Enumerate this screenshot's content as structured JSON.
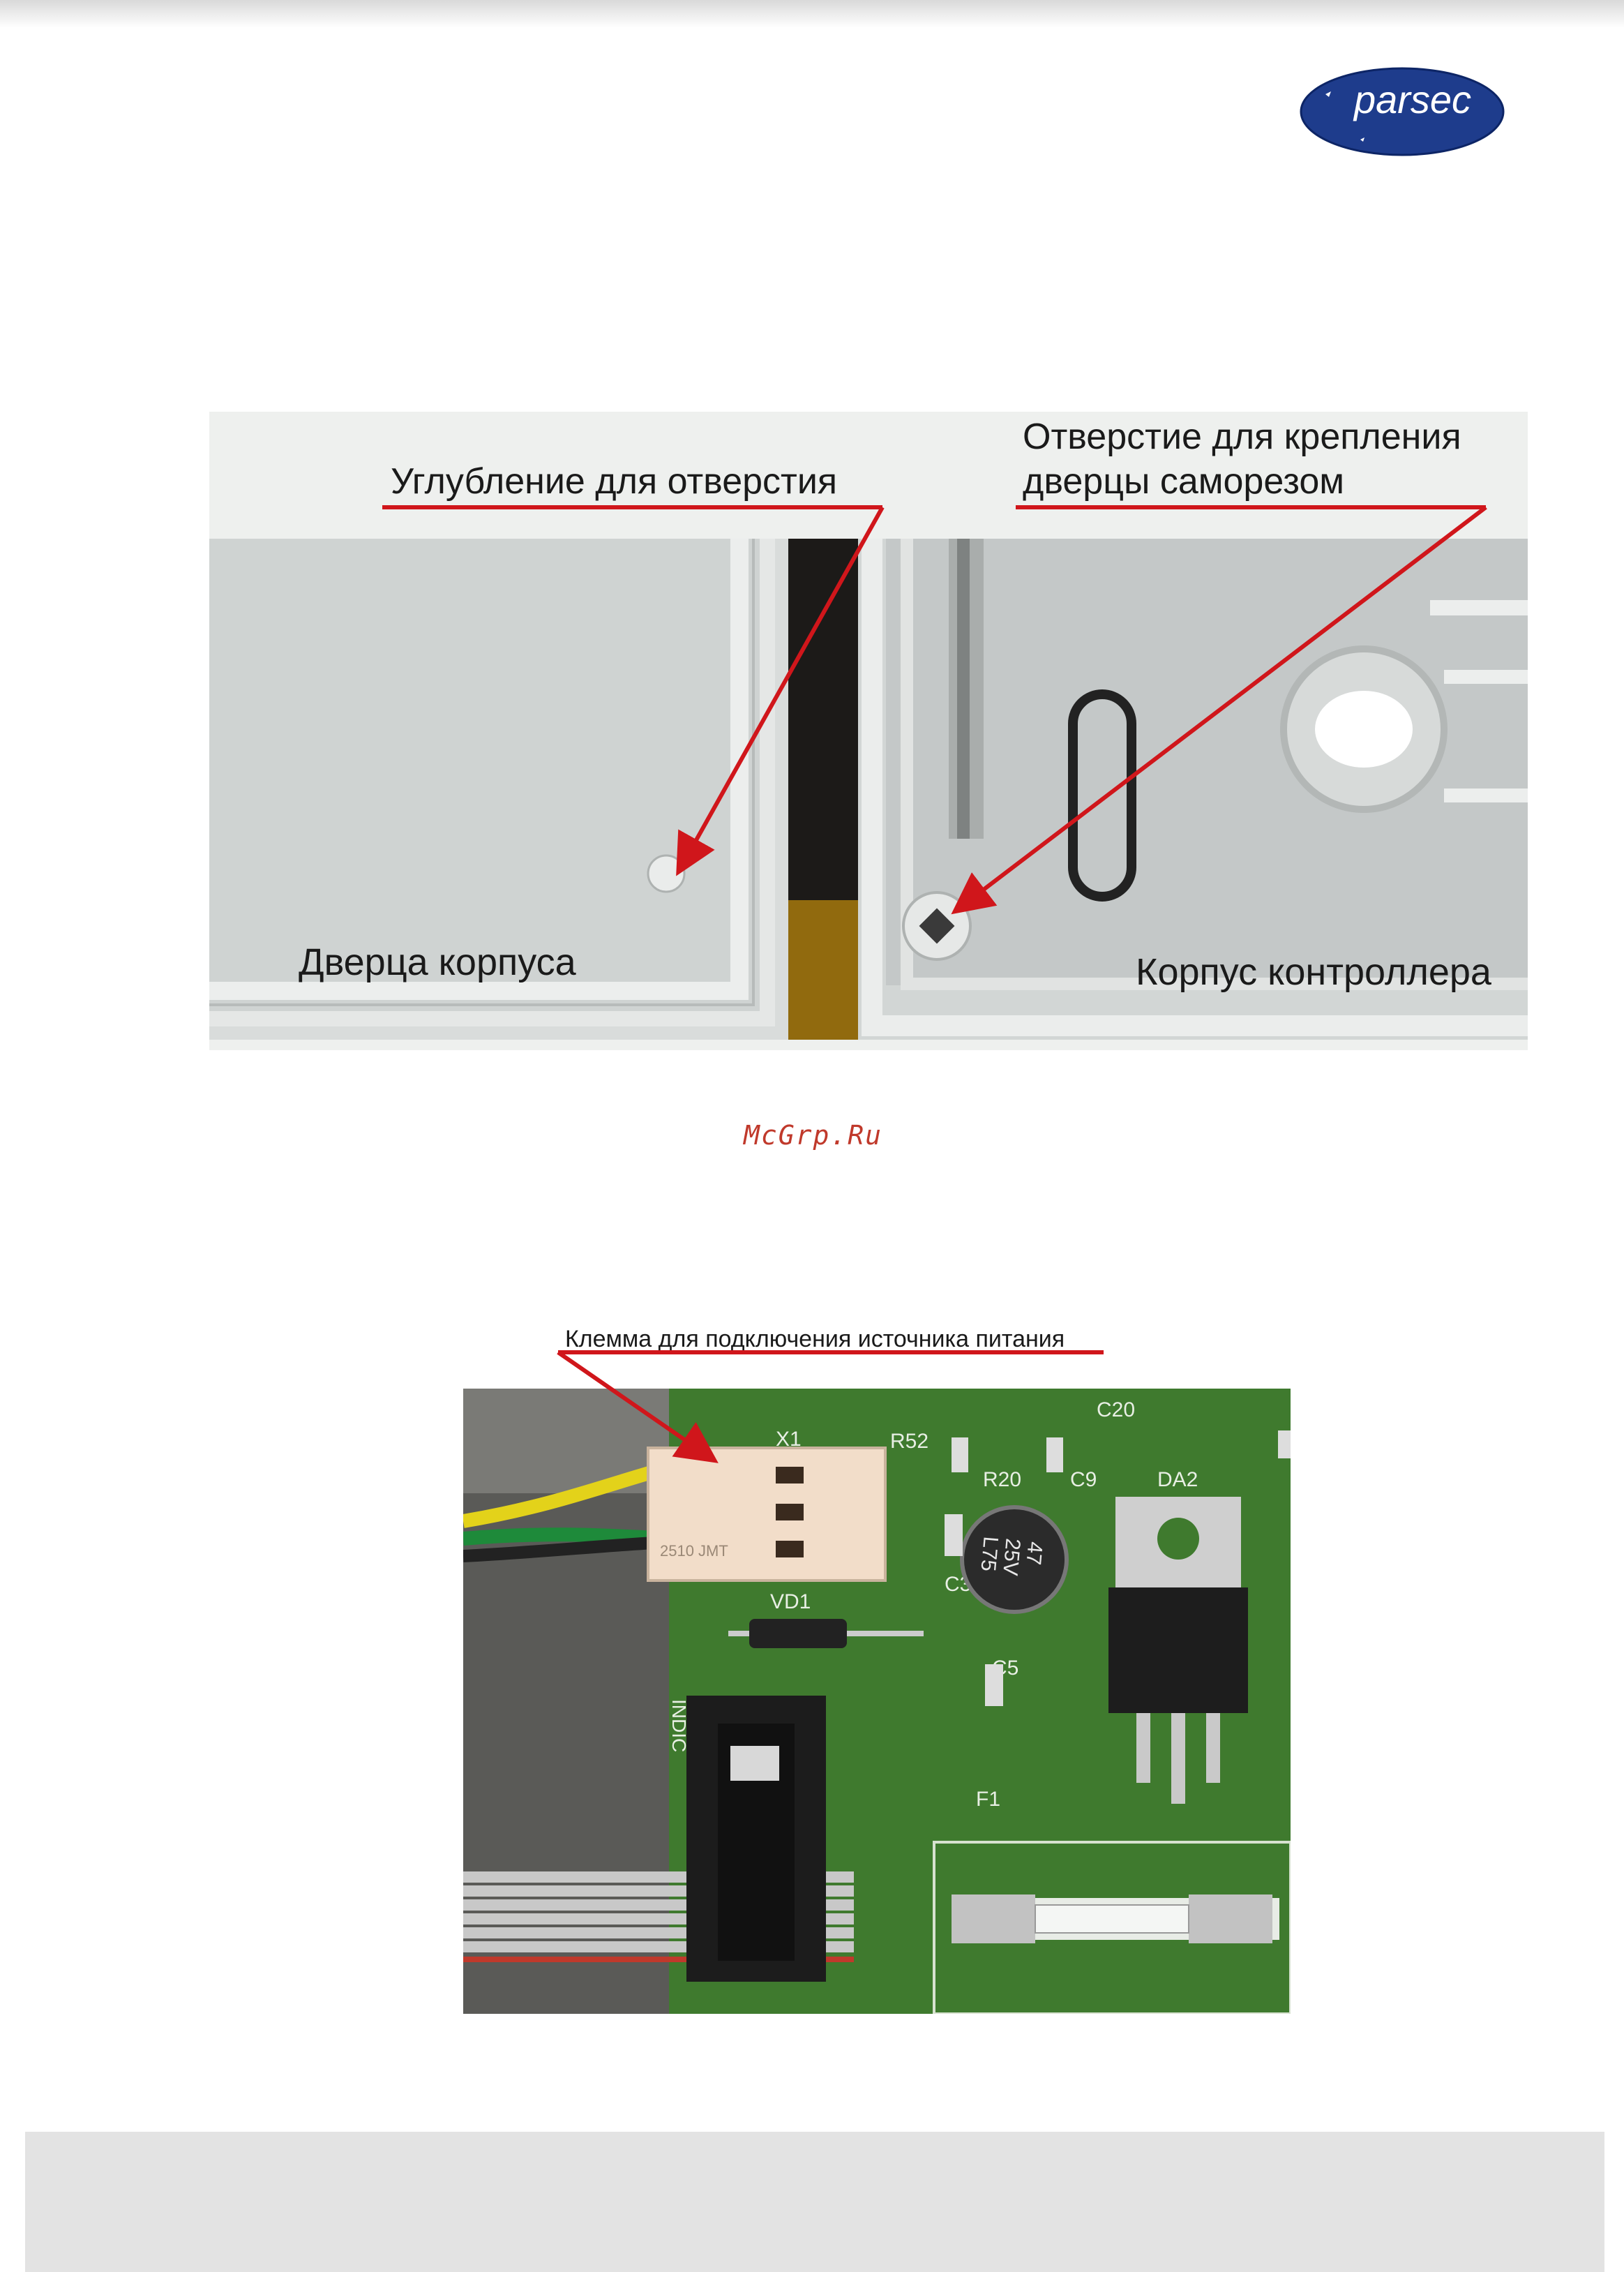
{
  "header": {
    "logo_text": "parsec"
  },
  "figure1": {
    "callout_recess": "Углубление для отверстия",
    "callout_screw_line1": "Отверстие для крепления",
    "callout_screw_line2": "дверцы саморезом",
    "label_door": "Дверца корпуса",
    "label_body": "Корпус контроллера"
  },
  "watermark": "McGrp.Ru",
  "figure2": {
    "callout_terminal": "Клемма для подключения источника питания",
    "pcb_labels": {
      "x1": "X1",
      "r52": "R52",
      "c20": "C20",
      "r20": "R20",
      "c9": "C9",
      "da2": "DA2",
      "c3": "C3",
      "vd1": "VD1",
      "c5": "C5",
      "indic": "INDIC",
      "f1": "F1",
      "cap_value": "47",
      "cap_voltage": "25V",
      "cap_code": "L75",
      "connector_marking": "2510 JMT"
    }
  },
  "colors": {
    "callout_line": "#d0161b",
    "watermark": "#c0392b",
    "logo_bg": "#1e3c8c",
    "pcb_green": "#3f7a2e"
  }
}
